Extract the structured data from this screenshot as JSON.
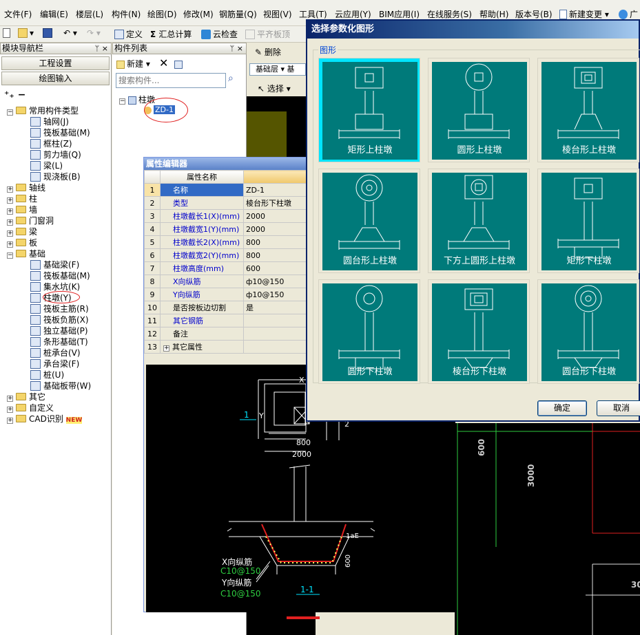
{
  "menu": [
    "文件(F)",
    "编辑(E)",
    "楼层(L)",
    "构件(N)",
    "绘图(D)",
    "修改(M)",
    "钢筋量(Q)",
    "视图(V)",
    "工具(T)",
    "云应用(Y)",
    "BIM应用(I)",
    "在线服务(S)",
    "帮助(H)",
    "版本号(B)",
    "新建变更",
    "广"
  ],
  "toolbar": {
    "define": "定义",
    "sum": "汇总计算",
    "cloud_check": "云检查",
    "flat_top": "平齐板顶",
    "delete": "删除",
    "layer": "基础层",
    "layer2": "基",
    "select": "选择",
    "new": "新建"
  },
  "nav": {
    "title": "模块导航栏",
    "btn1": "工程设置",
    "btn2": "绘图输入",
    "tree": [
      {
        "label": "常用构件类型",
        "level": 1,
        "type": "folder",
        "exp": "-"
      },
      {
        "label": "轴网(J)",
        "level": 2,
        "type": "icon"
      },
      {
        "label": "筏板基础(M)",
        "level": 2,
        "type": "icon"
      },
      {
        "label": "框柱(Z)",
        "level": 2,
        "type": "icon"
      },
      {
        "label": "剪力墙(Q)",
        "level": 2,
        "type": "icon"
      },
      {
        "label": "梁(L)",
        "level": 2,
        "type": "icon"
      },
      {
        "label": "现浇板(B)",
        "level": 2,
        "type": "icon"
      },
      {
        "label": "轴线",
        "level": 1,
        "type": "folder",
        "exp": "+"
      },
      {
        "label": "柱",
        "level": 1,
        "type": "folder",
        "exp": "+"
      },
      {
        "label": "墙",
        "level": 1,
        "type": "folder",
        "exp": "+"
      },
      {
        "label": "门窗洞",
        "level": 1,
        "type": "folder",
        "exp": "+"
      },
      {
        "label": "梁",
        "level": 1,
        "type": "folder",
        "exp": "+"
      },
      {
        "label": "板",
        "level": 1,
        "type": "folder",
        "exp": "+"
      },
      {
        "label": "基础",
        "level": 1,
        "type": "folder",
        "exp": "-"
      },
      {
        "label": "基础梁(F)",
        "level": 2,
        "type": "icon"
      },
      {
        "label": "筏板基础(M)",
        "level": 2,
        "type": "icon"
      },
      {
        "label": "集水坑(K)",
        "level": 2,
        "type": "icon"
      },
      {
        "label": "柱墩(Y)",
        "level": 2,
        "type": "icon"
      },
      {
        "label": "筏板主筋(R)",
        "level": 2,
        "type": "icon"
      },
      {
        "label": "筏板负筋(X)",
        "level": 2,
        "type": "icon"
      },
      {
        "label": "独立基础(P)",
        "level": 2,
        "type": "icon"
      },
      {
        "label": "条形基础(T)",
        "level": 2,
        "type": "icon"
      },
      {
        "label": "桩承台(V)",
        "level": 2,
        "type": "icon"
      },
      {
        "label": "承台梁(F)",
        "level": 2,
        "type": "icon"
      },
      {
        "label": "桩(U)",
        "level": 2,
        "type": "icon"
      },
      {
        "label": "基础板带(W)",
        "level": 2,
        "type": "icon"
      },
      {
        "label": "其它",
        "level": 1,
        "type": "folder",
        "exp": "+"
      },
      {
        "label": "自定义",
        "level": 1,
        "type": "folder",
        "exp": "+"
      },
      {
        "label": "CAD识别",
        "level": 1,
        "type": "folder",
        "exp": "+"
      }
    ],
    "new_badge": "NEW"
  },
  "complist": {
    "title": "构件列表",
    "search_placeholder": "搜索构件...",
    "root": "柱墩",
    "child": "ZD-1"
  },
  "prop": {
    "title": "属性编辑器",
    "header": "属性名称",
    "rows": [
      {
        "n": "1",
        "name": "名称",
        "val": "ZD-1",
        "blue": false
      },
      {
        "n": "2",
        "name": "类型",
        "val": "棱台形下柱墩",
        "blue": true
      },
      {
        "n": "3",
        "name": "柱墩截长1(X)(mm)",
        "val": "2000",
        "blue": true
      },
      {
        "n": "4",
        "name": "柱墩截宽1(Y)(mm)",
        "val": "2000",
        "blue": true
      },
      {
        "n": "5",
        "name": "柱墩截长2(X)(mm)",
        "val": "800",
        "blue": true
      },
      {
        "n": "6",
        "name": "柱墩截宽2(Y)(mm)",
        "val": "800",
        "blue": true
      },
      {
        "n": "7",
        "name": "柱墩高度(mm)",
        "val": "600",
        "blue": true
      },
      {
        "n": "8",
        "name": "X向纵筋",
        "val": "ф10@150",
        "blue": true
      },
      {
        "n": "9",
        "name": "Y向纵筋",
        "val": "ф10@150",
        "blue": true
      },
      {
        "n": "10",
        "name": "是否按板边切割",
        "val": "是",
        "blue": false
      },
      {
        "n": "11",
        "name": "其它钢筋",
        "val": "",
        "blue": true
      },
      {
        "n": "12",
        "name": "备注",
        "val": "",
        "blue": false
      },
      {
        "n": "13",
        "name": "其它属性",
        "val": "",
        "blue": false
      }
    ]
  },
  "drawing": {
    "x_label": "X",
    "y_label": "Y",
    "dim_800": "800",
    "dim_2000": "2000",
    "dim_2": "2",
    "mark_1": "1",
    "lae": "1aE",
    "dim_600": "600",
    "x_bar_label": "X向纵筋",
    "x_bar_val": "C10@150",
    "y_bar_label": "Y向纵筋",
    "y_bar_val": "C10@150",
    "section": "1-1"
  },
  "canvas": {
    "dim_a": "600",
    "dim_b": "3000",
    "dim_c": "30"
  },
  "dialog": {
    "title": "选择参数化图形",
    "group": "图形",
    "shapes": [
      "矩形上柱墩",
      "圆形上柱墩",
      "棱台形上柱墩",
      "圆台形上柱墩",
      "下方上圆形上柱墩",
      "矩形下柱墩",
      "圆形下柱墩",
      "棱台形下柱墩",
      "圆台形下柱墩"
    ],
    "ok": "确定",
    "cancel": "取消"
  }
}
